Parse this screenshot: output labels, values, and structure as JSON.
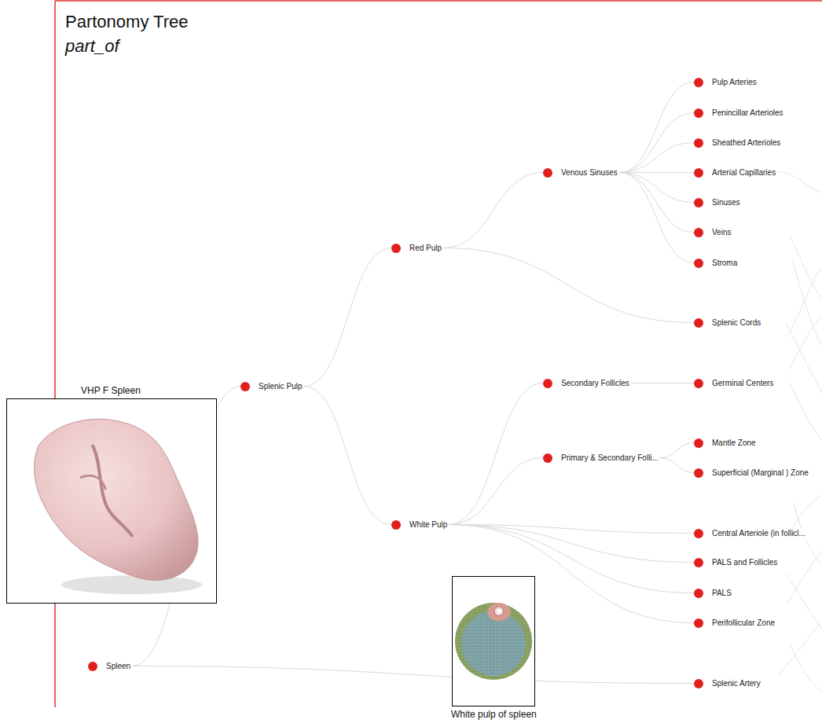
{
  "diagram": {
    "title": "Partonomy Tree",
    "nodes": [
      {
        "text": [
          "Spleen"
        ]
      },
      {
        "text": [
          "Splenic Pulp"
        ]
      },
      {
        "text": [
          "Red Pulp"
        ]
      },
      {
        "text": [
          "White Pulp"
        ]
      },
      {
        "text": [
          "Venous Sinuses"
        ]
      },
      {
        "text": [
          "Secondary Follicles"
        ]
      },
      {
        "text": [
          "Primary & Secondary Folli..."
        ]
      },
      {
        "text": [
          "Pulp Arteries"
        ]
      },
      {
        "text": [
          "Penincillar Arterioles"
        ]
      },
      {
        "text": [
          "Sheathed Arterioles"
        ]
      },
      {
        "text": [
          "Arterial Capillaries"
        ]
      },
      {
        "text": [
          "Sinuses"
        ]
      },
      {
        "text": [
          "Veins"
        ]
      },
      {
        "text": [
          "Stroma"
        ]
      },
      {
        "text": [
          "Splenic Cords"
        ]
      },
      {
        "text": [
          "Germinal Centers"
        ]
      },
      {
        "text": [
          "Mantle Zone"
        ]
      },
      {
        "text": [
          "Superficial (Marginal ) Zone"
        ]
      },
      {
        "text": [
          "Central Arteriole (in follicl..."
        ]
      },
      {
        "text": [
          "PALS and Follicles"
        ]
      },
      {
        "text": [
          "PALS"
        ]
      },
      {
        "text": [
          "Perifollicular Zone"
        ]
      },
      {
        "text": [
          "Splenic Artery"
        ]
      }
    ],
    "edges": [
      {
        "from": 0,
        "to": 1,
        "arrow": "none"
      },
      {
        "from": 1,
        "to": 2,
        "arrow": "none"
      },
      {
        "from": 1,
        "to": 3,
        "arrow": "none"
      },
      {
        "from": 2,
        "to": 4,
        "arrow": "none"
      },
      {
        "from": 2,
        "to": 14,
        "arrow": "none"
      },
      {
        "from": 4,
        "to": 7,
        "arrow": "none"
      },
      {
        "from": 4,
        "to": 8,
        "arrow": "none"
      },
      {
        "from": 4,
        "to": 9,
        "arrow": "none"
      },
      {
        "from": 4,
        "to": 10,
        "arrow": "none"
      },
      {
        "from": 4,
        "to": 11,
        "arrow": "none"
      },
      {
        "from": 4,
        "to": 12,
        "arrow": "none"
      },
      {
        "from": 4,
        "to": 13,
        "arrow": "none"
      },
      {
        "from": 3,
        "to": 5,
        "arrow": "none"
      },
      {
        "from": 3,
        "to": 6,
        "arrow": "none"
      },
      {
        "from": 5,
        "to": 15,
        "arrow": "none"
      },
      {
        "from": 6,
        "to": 16,
        "arrow": "none"
      },
      {
        "from": 6,
        "to": 17,
        "arrow": "none"
      },
      {
        "from": 3,
        "to": 18,
        "arrow": "none"
      },
      {
        "from": 3,
        "to": 19,
        "arrow": "none"
      },
      {
        "from": 3,
        "to": 20,
        "arrow": "none"
      },
      {
        "from": 3,
        "to": 21,
        "arrow": "none"
      },
      {
        "from": 0,
        "to": 22,
        "arrow": "none"
      }
    ],
    "labels": [
      "part_of",
      "VHP F Spleen",
      "White pulp of spleen"
    ]
  }
}
